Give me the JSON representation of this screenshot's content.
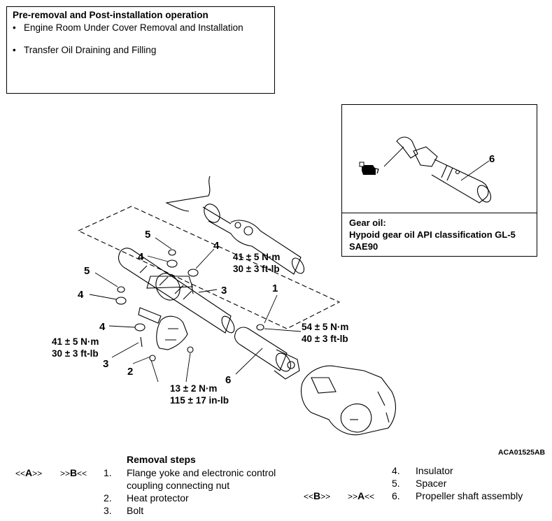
{
  "pre_box": {
    "title": "Pre-removal and Post-installation operation",
    "items": [
      "Engine Room Under Cover Removal and Installation",
      "Transfer Oil Draining and Filling"
    ]
  },
  "inset": {
    "part_number": "6",
    "gear_oil_title": "Gear oil:",
    "gear_oil_spec_1": "Hypoid gear oil API classification GL-5",
    "gear_oil_spec_2": "SAE90"
  },
  "callouts": {
    "n1": "1",
    "n2": "2",
    "n3a": "3",
    "n3b": "3",
    "n4a": "4",
    "n4b": "4",
    "n4c": "4",
    "n4d": "4",
    "n5a": "5",
    "n5b": "5",
    "n6": "6"
  },
  "torques": {
    "t1_nm": "41 ± 5 N·m",
    "t1_ft": "30 ± 3 ft-lb",
    "t2_nm": "54 ± 5 N·m",
    "t2_ft": "40 ± 3 ft-lb",
    "t3_nm": "41 ± 5 N·m",
    "t3_ft": "30 ± 3 ft-lb",
    "t4_nm": "13 ± 2 N·m",
    "t4_in": "115 ± 17 in-lb"
  },
  "figure_code": "ACA01525AB",
  "removal": {
    "heading": "Removal steps",
    "marks": {
      "m1_open": "<<",
      "m1_letter": "A",
      "m1_close": ">>",
      "m2_open": ">>",
      "m2_letter": "B",
      "m2_close": "<<",
      "m3_open": "<<",
      "m3_letter": "B",
      "m3_close": ">>",
      "m4_open": ">>",
      "m4_letter": "A",
      "m4_close": "<<"
    },
    "steps": [
      {
        "num": "1.",
        "line1": "Flange yoke and electronic control",
        "line2": "coupling connecting nut"
      },
      {
        "num": "2.",
        "line1": "Heat protector"
      },
      {
        "num": "3.",
        "line1": "Bolt"
      },
      {
        "num": "4.",
        "line1": "Insulator"
      },
      {
        "num": "5.",
        "line1": "Spacer"
      },
      {
        "num": "6.",
        "line1": "Propeller shaft assembly"
      }
    ]
  },
  "icons": [
    "oil-can-icon"
  ]
}
